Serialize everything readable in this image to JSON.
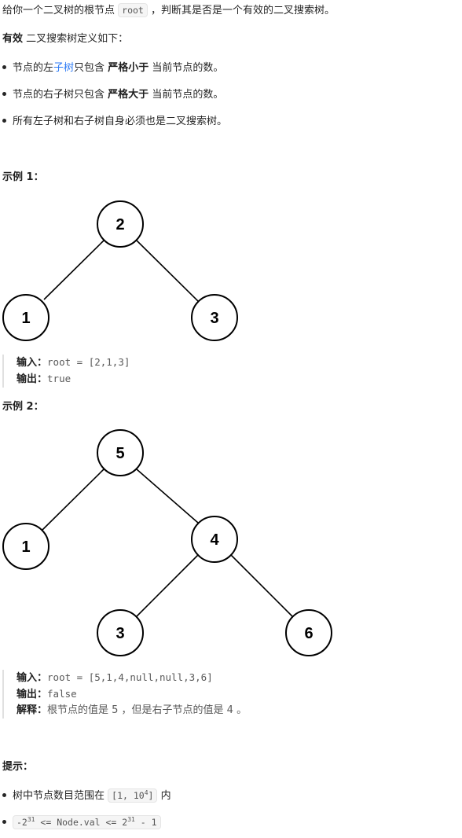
{
  "intro": {
    "prefix": "给你一个二叉树的根节点",
    "code": "root",
    "suffix": "，判断其是否是一个有效的二叉搜索树。"
  },
  "definition": {
    "bold": "有效",
    "rest": "二叉搜索树定义如下："
  },
  "rules": [
    {
      "pre": "节点的左",
      "link": "子树",
      "mid": "只包含",
      "bold": "严格小于",
      "post": "当前节点的数。"
    },
    {
      "pre": "节点的右子树只包含",
      "link": "",
      "mid": "",
      "bold": "严格大于",
      "post": "当前节点的数。"
    },
    {
      "pre": "所有左子树和右子树自身必须也是二叉搜索树。",
      "link": "",
      "mid": "",
      "bold": "",
      "post": ""
    }
  ],
  "example1": {
    "title": "示例 1：",
    "tree": {
      "root": "2",
      "left": "1",
      "right": "3"
    },
    "input_label": "输入：",
    "input_value": "root = [2,1,3]",
    "output_label": "输出：",
    "output_value": "true"
  },
  "example2": {
    "title": "示例 2：",
    "tree": {
      "root": "5",
      "left": "1",
      "right": "4",
      "right_left": "3",
      "right_right": "6"
    },
    "input_label": "输入：",
    "input_value": "root = [5,1,4,null,null,3,6]",
    "output_label": "输出：",
    "output_value": "false",
    "explain_label": "解释：",
    "explain_value": "根节点的值是 5 ，但是右子节点的值是 4 。"
  },
  "hints": {
    "title": "提示：",
    "item1_pre": "树中节点数目范围在",
    "item1_code_a": "[1, 10",
    "item1_code_sup": "4",
    "item1_code_b": "]",
    "item1_post": "内",
    "item2_a": "-2",
    "item2_sup1": "31",
    "item2_b": " <= Node.val <= 2",
    "item2_sup2": "31",
    "item2_c": " - 1"
  }
}
